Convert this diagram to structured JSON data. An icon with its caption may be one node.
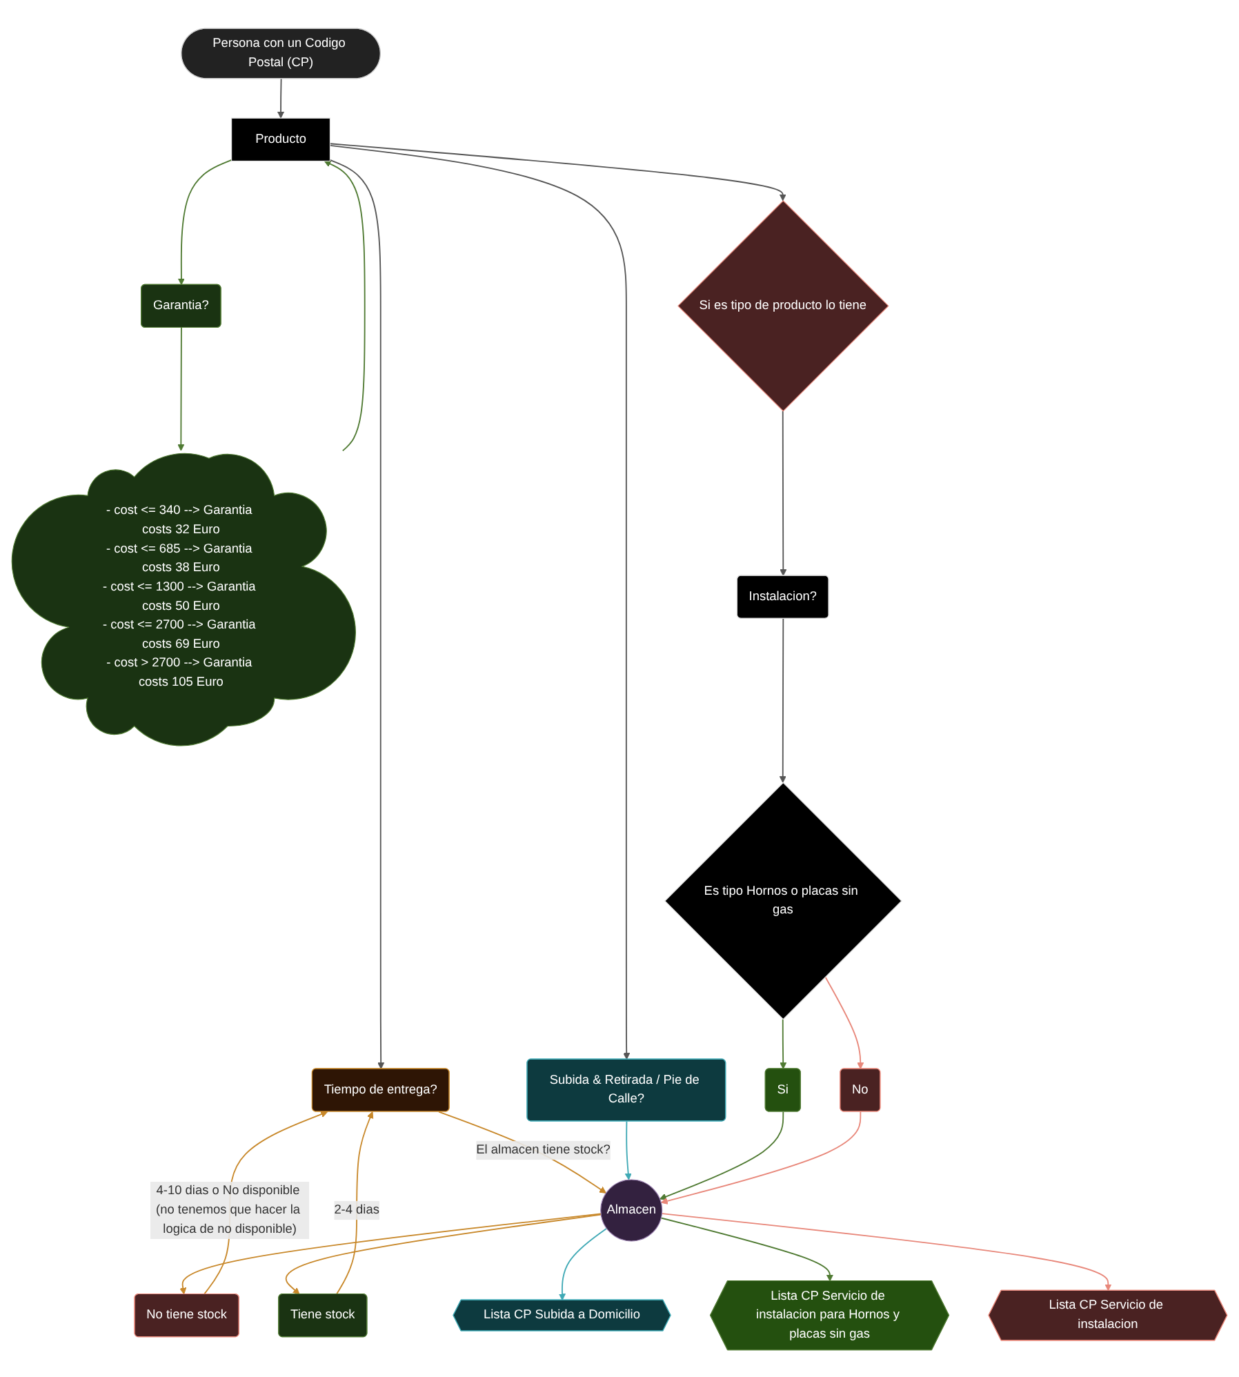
{
  "diagram": {
    "nodes": [
      {
        "text": [
          "Persona con un Codigo Postal (CP)"
        ]
      },
      {
        "text": [
          "Producto"
        ]
      },
      {
        "text": [
          "- cost <= 340 --> Garantia costs 32 Euro",
          "- cost <= 685 --> Garantia costs 38 Euro",
          "- cost <= 1300 --> Garantia costs 50 Euro",
          "- cost <= 2700 --> Garantia costs 69 Euro",
          "- cost > 2700 --> Garantia costs 105 Euro"
        ]
      },
      {
        "text": [
          "Si es tipo de producto lo tiene"
        ]
      },
      {
        "text": [
          "Garantia?"
        ]
      },
      {
        "text": [
          "Tiempo de entrega?"
        ]
      },
      {
        "text": [
          "Subida & Retirada / Pie de Calle?"
        ]
      },
      {
        "text": [
          "Instalacion?"
        ]
      },
      {
        "text": [
          "Es tipo Hornos o placas sin gas"
        ]
      },
      {
        "text": [
          "No tiene stock"
        ]
      },
      {
        "text": [
          "Tiene stock"
        ]
      },
      {
        "text": [
          "Si"
        ]
      },
      {
        "text": [
          "No"
        ]
      },
      {
        "text": [
          "Almacen"
        ]
      },
      {
        "text": [
          "Lista CP Subida a Domicilio"
        ]
      },
      {
        "text": [
          "Lista CP Servicio de instalacion para Hornos y placas sin gas"
        ]
      },
      {
        "text": [
          "Lista CP Servicio de instalacion"
        ]
      }
    ],
    "edges": [
      {
        "from": 0,
        "to": 1,
        "arrow": "to"
      },
      {
        "from": 2,
        "to": 1,
        "arrow": "to",
        "color": "#4f7a32"
      },
      {
        "from": 1,
        "to": 4,
        "arrow": "to",
        "color": "#4f7a32"
      },
      {
        "from": 4,
        "to": 2,
        "arrow": "to",
        "color": "#4f7a32"
      },
      {
        "from": 1,
        "to": 5,
        "arrow": "to"
      },
      {
        "from": 1,
        "to": 6,
        "arrow": "to"
      },
      {
        "from": 1,
        "to": 3,
        "arrow": "to"
      },
      {
        "from": 3,
        "to": 7,
        "arrow": "to"
      },
      {
        "from": 7,
        "to": 8,
        "arrow": "to"
      },
      {
        "from": 8,
        "to": 11,
        "arrow": "to",
        "color": "#4f7a32"
      },
      {
        "from": 8,
        "to": 12,
        "arrow": "to",
        "color": "#e8877a"
      },
      {
        "from": 5,
        "to": 13,
        "label": "El almacen tiene stock?",
        "arrow": "to",
        "color": "#c8882a"
      },
      {
        "from": 6,
        "to": 13,
        "arrow": "to",
        "color": "#3fa9b5"
      },
      {
        "from": 11,
        "to": 13,
        "arrow": "to",
        "color": "#4f7a32"
      },
      {
        "from": 12,
        "to": 13,
        "arrow": "to",
        "color": "#e8877a"
      },
      {
        "from": 13,
        "to": 9,
        "arrow": "to",
        "color": "#c8882a"
      },
      {
        "from": 13,
        "to": 10,
        "arrow": "to",
        "color": "#c8882a"
      },
      {
        "from": 9,
        "to": 5,
        "label": "4-10 dias o No disponible (no tenemos que hacer la logica de no disponible)",
        "arrow": "to",
        "color": "#c8882a"
      },
      {
        "from": 10,
        "to": 5,
        "label": "2-4 dias",
        "arrow": "to",
        "color": "#c8882a"
      },
      {
        "from": 13,
        "to": 14,
        "arrow": "to",
        "color": "#3fa9b5"
      },
      {
        "from": 13,
        "to": 15,
        "arrow": "to",
        "color": "#4f7a32"
      },
      {
        "from": 13,
        "to": 16,
        "arrow": "to",
        "color": "#e8877a"
      }
    ]
  }
}
